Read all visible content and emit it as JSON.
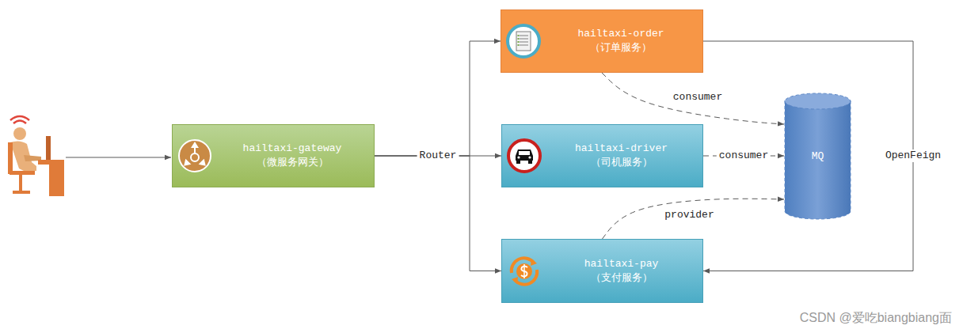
{
  "diagram": {
    "nodes": [
      {
        "text": [
          "hailtaxi-gateway",
          "（微服务网关）"
        ]
      },
      {
        "text": [
          "hailtaxi-order",
          "（订单服务）"
        ]
      },
      {
        "text": [
          "hailtaxi-driver",
          "（司机服务）"
        ]
      },
      {
        "text": [
          "hailtaxi-pay",
          "（支付服务）"
        ]
      },
      {
        "text": [
          "MQ"
        ]
      }
    ],
    "edges": [
      {
        "from": 0,
        "to": 1,
        "arrow": "to"
      },
      {
        "from": 0,
        "to": 2,
        "label": "Router",
        "arrow": "to"
      },
      {
        "from": 0,
        "to": 3,
        "arrow": "to"
      },
      {
        "from": 1,
        "to": 4,
        "label": "consumer",
        "arrow": "to"
      },
      {
        "from": 2,
        "to": 4,
        "label": "consumer",
        "arrow": "to"
      },
      {
        "from": 3,
        "to": 4,
        "label": "provider",
        "arrow": "to"
      },
      {
        "from": 1,
        "to": 3,
        "label": "OpenFeign",
        "arrow": "to"
      }
    ],
    "labels": [
      "CSDN @爱吃biangbiang面"
    ]
  }
}
